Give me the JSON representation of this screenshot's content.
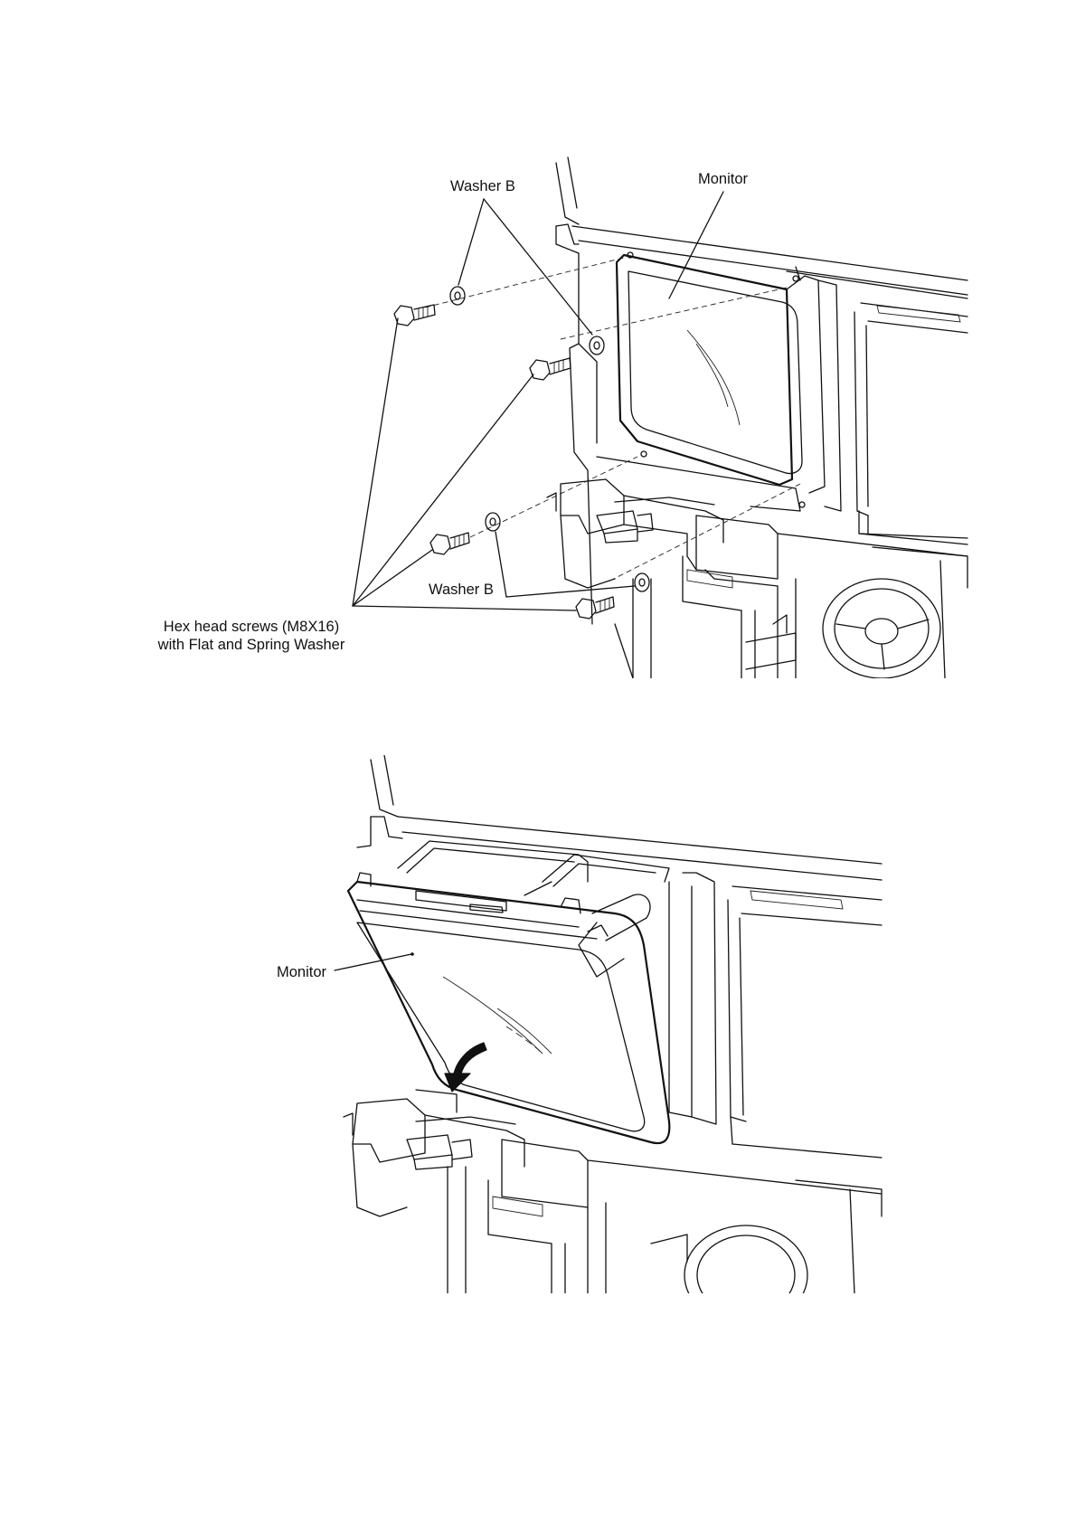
{
  "figure_top": {
    "labels": {
      "washer_b_top": "Washer B",
      "monitor": "Monitor",
      "washer_b_bottom": "Washer B",
      "hex_screws_line1": "Hex head screws (M8X16)",
      "hex_screws_line2": "with Flat and Spring Washer"
    }
  },
  "figure_bottom": {
    "labels": {
      "monitor": "Monitor"
    },
    "arrow_icon": "curved-arrow-down-icon"
  }
}
